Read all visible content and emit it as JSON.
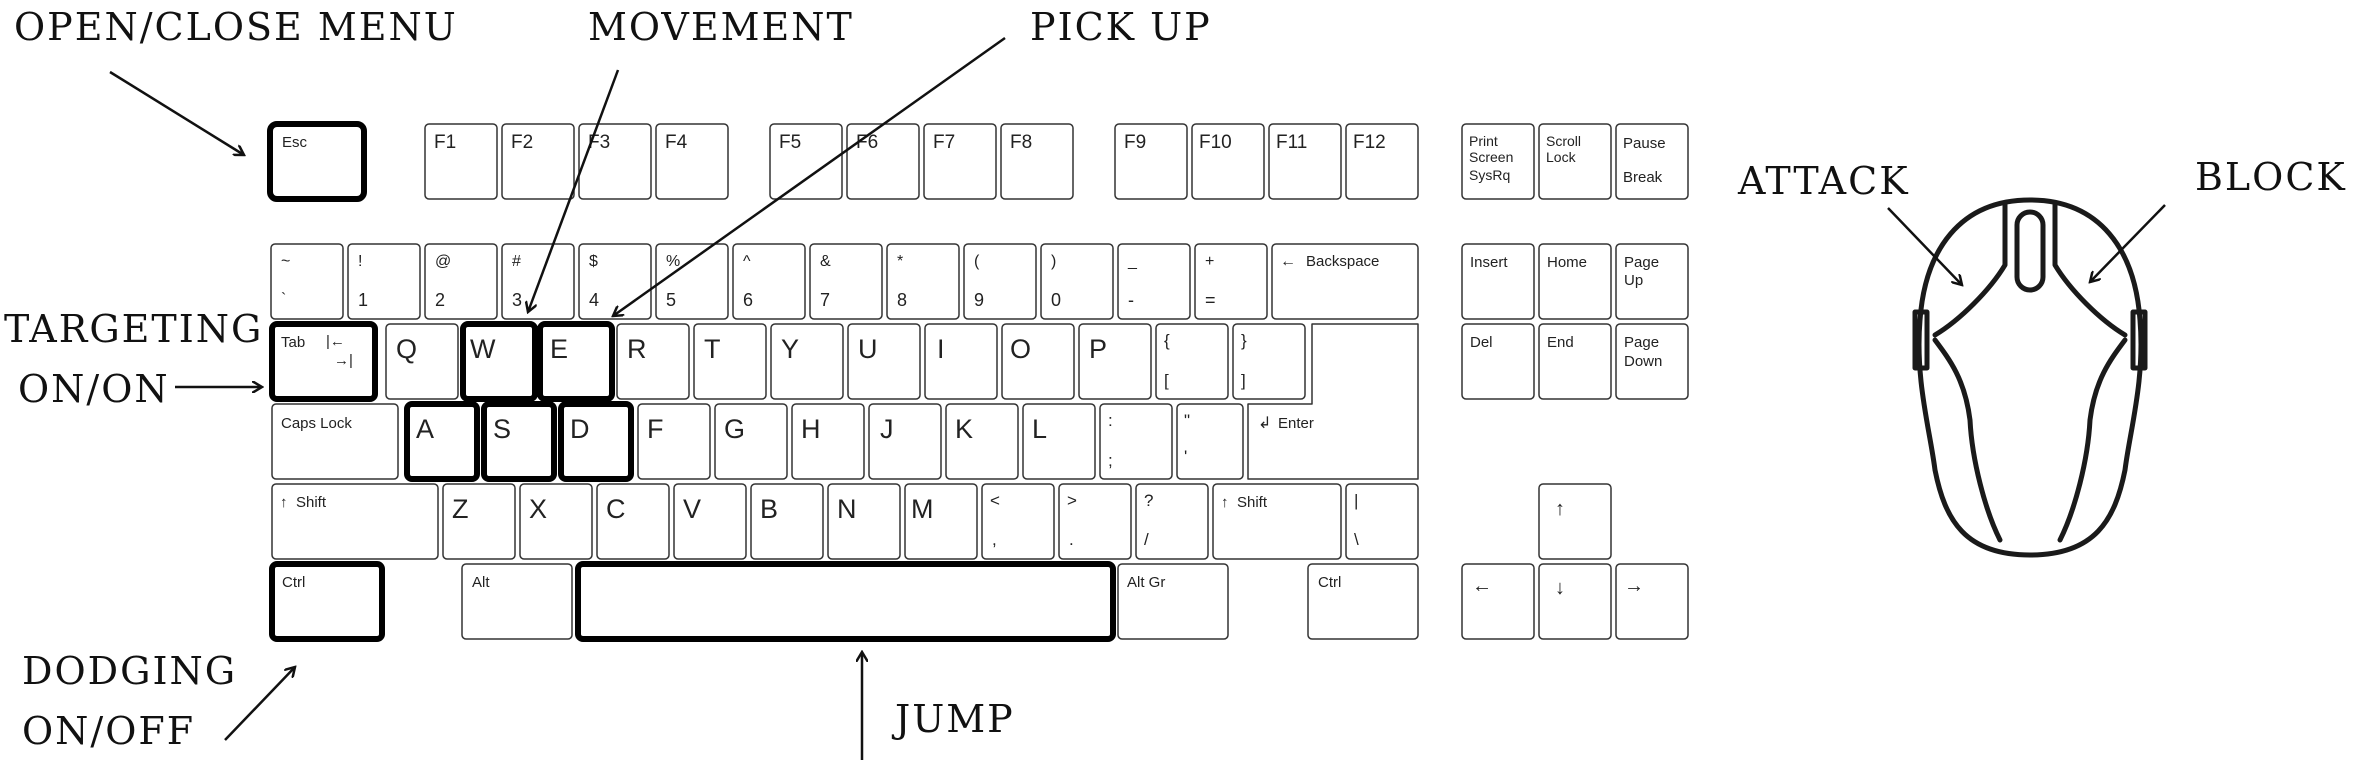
{
  "callouts": {
    "menu": "OPEN/CLOSE MENU",
    "movement": "MOVEMENT",
    "pickup": "PICK UP",
    "targeting_1": "TARGETING",
    "targeting_2": "ON/ON",
    "dodging_1": "DODGING",
    "dodging_2": "ON/OFF",
    "jump": "JUMP",
    "attack": "ATTACK",
    "block": "BLOCK"
  },
  "keys": {
    "esc": "Esc",
    "f1": "F1",
    "f2": "F2",
    "f3": "F3",
    "f4": "F4",
    "f5": "F5",
    "f6": "F6",
    "f7": "F7",
    "f8": "F8",
    "f9": "F9",
    "f10": "F10",
    "f11": "F11",
    "f12": "F12",
    "print_1": "Print",
    "print_2": "Screen",
    "print_3": "SysRq",
    "scroll_1": "Scroll",
    "scroll_2": "Lock",
    "pause_1": "Pause",
    "pause_2": "Break",
    "tilde_top": "~",
    "tilde_bot": "`",
    "n1_top": "!",
    "n1": "1",
    "n2_top": "@",
    "n2": "2",
    "n3_top": "#",
    "n3": "3",
    "n4_top": "$",
    "n4": "4",
    "n5_top": "%",
    "n5": "5",
    "n6_top": "^",
    "n6": "6",
    "n7_top": "&",
    "n7": "7",
    "n8_top": "*",
    "n8": "8",
    "n9_top": "(",
    "n9": "9",
    "n0_top": ")",
    "n0": "0",
    "minus_top": "_",
    "minus": "-",
    "equal_top": "+",
    "equal": "=",
    "backspace": "Backspace",
    "insert": "Insert",
    "home": "Home",
    "pgup_1": "Page",
    "pgup_2": "Up",
    "tab": "Tab",
    "q": "Q",
    "w": "W",
    "e": "E",
    "r": "R",
    "t": "T",
    "y": "Y",
    "u": "U",
    "i": "I",
    "o": "O",
    "p": "P",
    "lbracket_top": "{",
    "lbracket": "[",
    "rbracket_top": "}",
    "rbracket": "]",
    "del": "Del",
    "end": "End",
    "pgdn_1": "Page",
    "pgdn_2": "Down",
    "caps": "Caps Lock",
    "a": "A",
    "s": "S",
    "d": "D",
    "f": "F",
    "g": "G",
    "h": "H",
    "j": "J",
    "k": "K",
    "l": "L",
    "semi_top": ":",
    "semi": ";",
    "quote_top": "\"",
    "quote": "'",
    "enter": "Enter",
    "lshift": "Shift",
    "z": "Z",
    "x": "X",
    "c": "C",
    "v": "V",
    "b": "B",
    "n": "N",
    "m": "M",
    "comma_top": "<",
    "comma": ",",
    "period_top": ">",
    "period": ".",
    "slash_top": "?",
    "slash": "/",
    "rshift": "Shift",
    "pipe_top": "|",
    "pipe": "\\",
    "lctrl": "Ctrl",
    "alt": "Alt",
    "altgr": "Alt Gr",
    "rctrl": "Ctrl"
  },
  "colors": {
    "key_stroke": "#333333",
    "highlight_stroke": "#000000",
    "text": "#222222",
    "mouse_stroke": "#1a1a1a"
  }
}
